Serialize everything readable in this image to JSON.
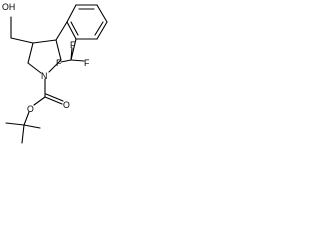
{
  "molecule": {
    "atoms": {
      "hydroxyl": "OH",
      "ring_nitrogen": "N",
      "carbonyl_oxygen": "O",
      "ester_oxygen": "O",
      "fluorine_top": "F",
      "fluorine_left": "F",
      "fluorine_right": "F"
    }
  }
}
